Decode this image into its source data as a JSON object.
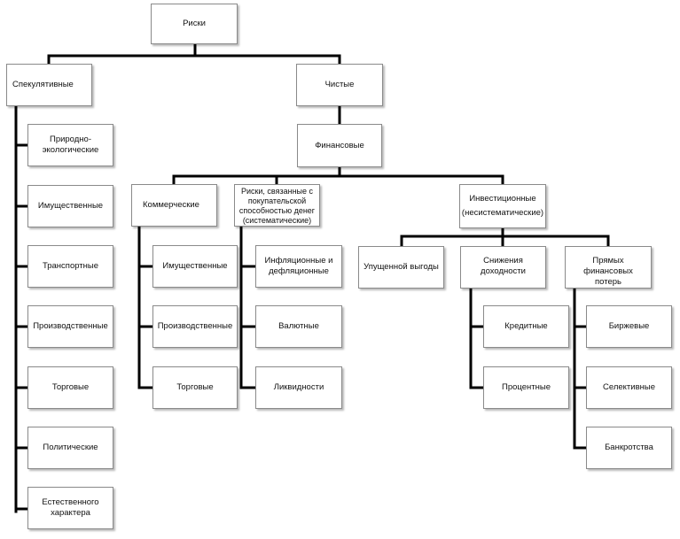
{
  "diagram": {
    "root": "Риски",
    "speculative": {
      "title": "Спекулятивные",
      "items": [
        "Природно-\nэкологические",
        "Имущественные",
        "Транспортные",
        "Производственные",
        "Торговые",
        "Политические",
        "Естественного\nхарактера"
      ]
    },
    "pure": "Чистые",
    "financial": "Финансовые",
    "commercial": {
      "title": "Коммерческие",
      "items": [
        "Имущественные",
        "Производственные",
        "Торговые"
      ]
    },
    "purchasing": {
      "title": "Риски, связанные с покупательской способностью денег (систематические)",
      "items": [
        "Инфляционные и дефляционные",
        "Валютные",
        "Ликвидности"
      ]
    },
    "investment": {
      "title": "Инвестиционные\n(несистематические)",
      "lost_profit": "Упущенной выгоды",
      "yield_decline": {
        "title": "Снижения доходности",
        "items": [
          "Кредитные",
          "Процентные"
        ]
      },
      "direct_loss": {
        "title": "Прямых финансовых потерь",
        "items": [
          "Биржевые",
          "Селективные",
          "Банкротства"
        ]
      }
    }
  }
}
